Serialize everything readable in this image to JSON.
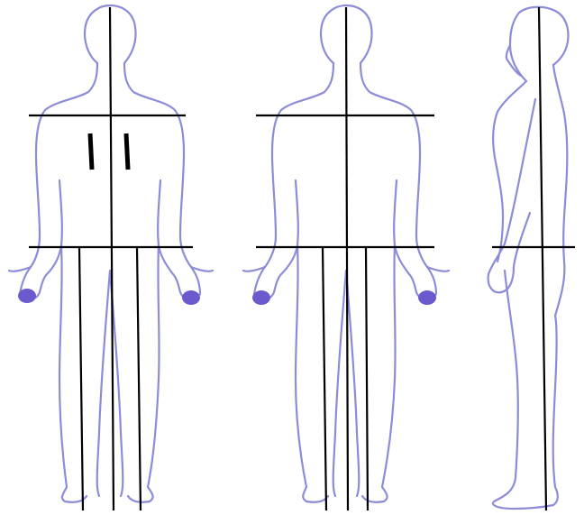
{
  "figure": {
    "views": [
      {
        "view": "back-left"
      },
      {
        "view": "back-right"
      },
      {
        "view": "side"
      }
    ],
    "colors": {
      "body_outline": "#8C8CD8",
      "hands_fill": "#6A5ACD",
      "guide_lines": "#000000",
      "background": "#ffffff"
    }
  }
}
